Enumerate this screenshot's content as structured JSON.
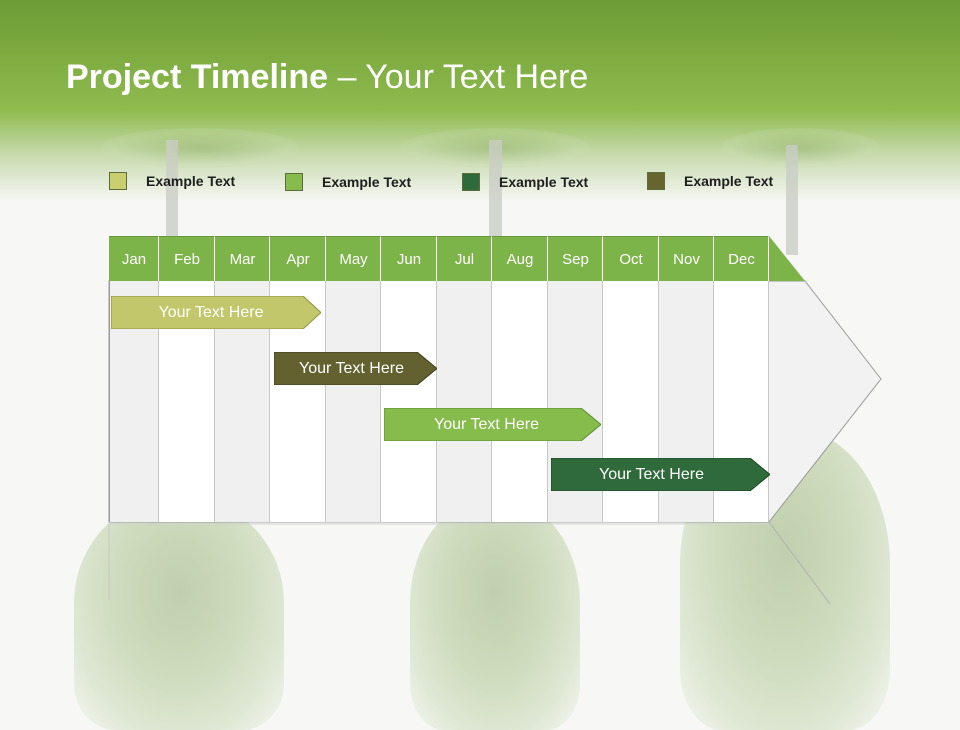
{
  "slide": {
    "title_bold": "Project Timeline",
    "title_rest": " – Your Text Here"
  },
  "legend": [
    {
      "label": "Example Text",
      "color": "#c9cf6e"
    },
    {
      "label": "Example Text",
      "color": "#86bc4c"
    },
    {
      "label": "Example Text",
      "color": "#2f6b3a"
    },
    {
      "label": "Example Text",
      "color": "#66652f"
    }
  ],
  "months": [
    "Jan",
    "Feb",
    "Mar",
    "Apr",
    "May",
    "Jun",
    "Jul",
    "Aug",
    "Sep",
    "Oct",
    "Nov",
    "Dec"
  ],
  "tasks": [
    {
      "label": "Your  Text Here",
      "color": "#c3c76b",
      "text_color": "#ffffff"
    },
    {
      "label": "Your  Text Here",
      "color": "#62612f",
      "text_color": "#ffffff"
    },
    {
      "label": "Your  Text Here",
      "color": "#86bc4c",
      "text_color": "#ffffff"
    },
    {
      "label": "Your  Text Here",
      "color": "#2f6b3a",
      "text_color": "#ffffff"
    }
  ],
  "colors": {
    "header_green": "#7db44a",
    "accent_green": "#86bc4c"
  }
}
